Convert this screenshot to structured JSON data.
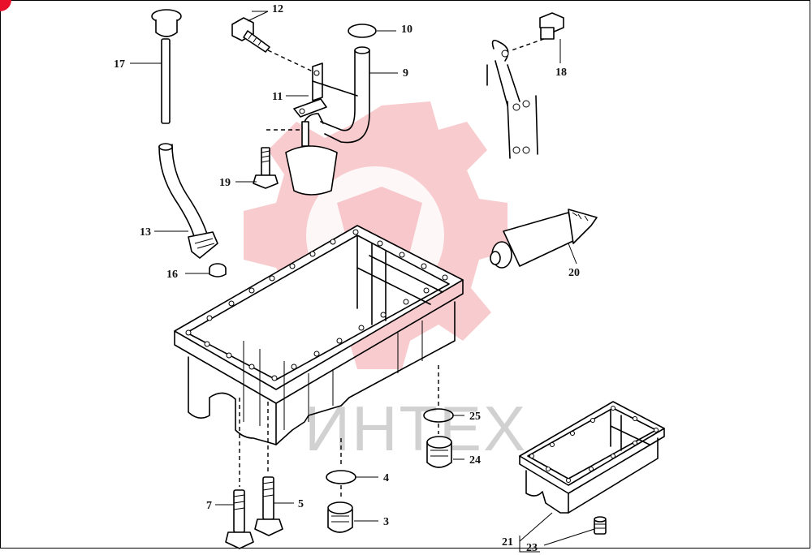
{
  "diagram": {
    "watermark": "ИНТЕХ",
    "labels": {
      "l3": "3",
      "l4": "4",
      "l5": "5",
      "l7": "7",
      "l9": "9",
      "l10": "10",
      "l11": "11",
      "l12": "12",
      "l13": "13",
      "l16": "16",
      "l17": "17",
      "l18": "18",
      "l19": "19",
      "l20": "20",
      "l21": "21",
      "l23": "23",
      "l24": "24",
      "l25": "25"
    },
    "colors": {
      "accent": "#e8102a",
      "watermark": "#f2a0a6"
    }
  }
}
